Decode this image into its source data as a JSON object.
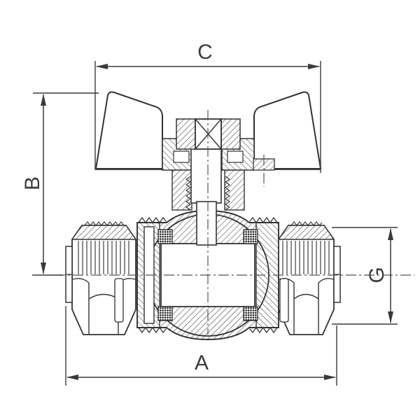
{
  "drawing": {
    "type": "engineering-cross-section",
    "subject": "Ball valve with butterfly wing handle and two compression fittings",
    "labels": {
      "top_width": "C",
      "left_height": "B",
      "bottom_length": "A",
      "right_thread": "G"
    },
    "colors": {
      "line": "#3a3a3a",
      "background": "#ffffff",
      "seal_fill": "#1c1c1c"
    }
  }
}
